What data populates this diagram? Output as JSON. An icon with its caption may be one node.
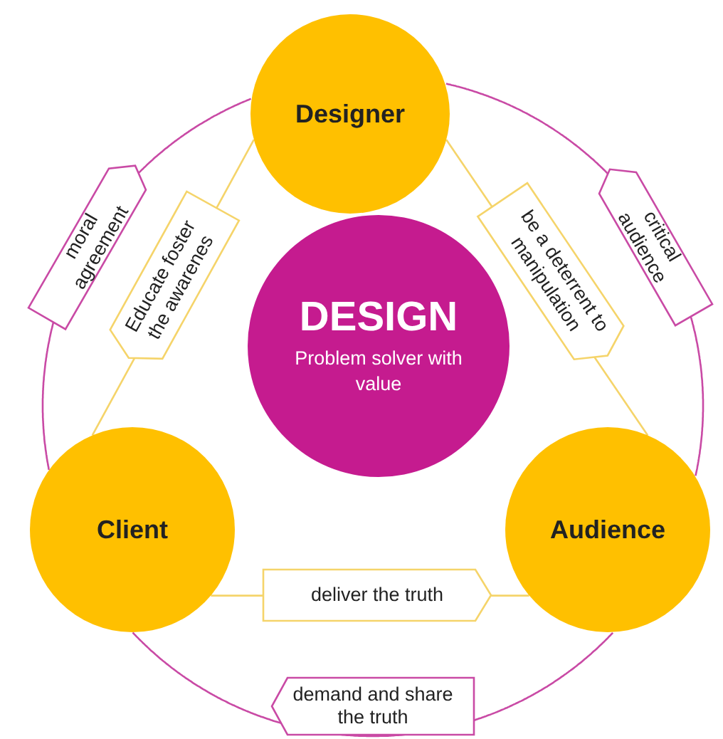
{
  "diagram": {
    "nodes": [
      {
        "text": [
          "Designer"
        ]
      },
      {
        "text": [
          "DESIGN",
          "Problem solver with value"
        ]
      },
      {
        "text": [
          "Client"
        ]
      },
      {
        "text": [
          "Audience"
        ]
      }
    ],
    "edges": [
      {
        "from": 0,
        "to": 2,
        "arrow": "none",
        "label": "Educate foster the awarenes",
        "color": "#f5d46a"
      },
      {
        "from": 0,
        "to": 3,
        "arrow": "none",
        "label": "be a deterrent to manipulation",
        "color": "#f5d46a"
      },
      {
        "from": 2,
        "to": 3,
        "arrow": "none",
        "label": "deliver the truth",
        "color": "#f5d46a"
      },
      {
        "from": 2,
        "to": 0,
        "arrow": "none",
        "label": "moral agreement",
        "color": "#c94aa5"
      },
      {
        "from": 3,
        "to": 0,
        "arrow": "none",
        "label": "critical audience",
        "color": "#c94aa5"
      },
      {
        "from": 3,
        "to": 2,
        "arrow": "none",
        "label": "demand and share the truth",
        "color": "#c94aa5"
      }
    ]
  }
}
